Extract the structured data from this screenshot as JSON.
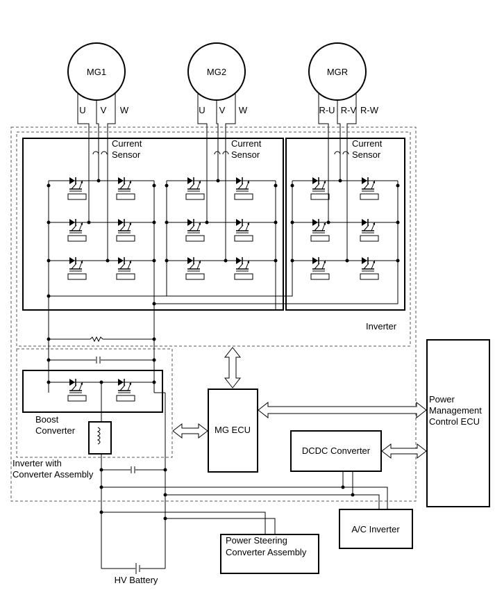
{
  "motors": {
    "mg1": {
      "name": "MG1",
      "phases": [
        "U",
        "V",
        "W"
      ]
    },
    "mg2": {
      "name": "MG2",
      "phases": [
        "U",
        "V",
        "W"
      ]
    },
    "mgr": {
      "name": "MGR",
      "phases": [
        "R-U",
        "R-V",
        "R-W"
      ]
    }
  },
  "labels": {
    "current_sensor_line1": "Current",
    "current_sensor_line2": "Sensor",
    "inverter": "Inverter",
    "boost_line1": "Boost",
    "boost_line2": "Converter",
    "assembly_line1": "Inverter with",
    "assembly_line2": "Converter Assembly",
    "mg_ecu": "MG ECU",
    "pm_line1": "Power",
    "pm_line2": "Management",
    "pm_line3": "Control ECU",
    "dcdc": "DCDC Converter",
    "ac_inverter": "A/C Inverter",
    "ps_line1": "Power Steering",
    "ps_line2": "Converter Assembly",
    "hv_battery": "HV Battery"
  }
}
